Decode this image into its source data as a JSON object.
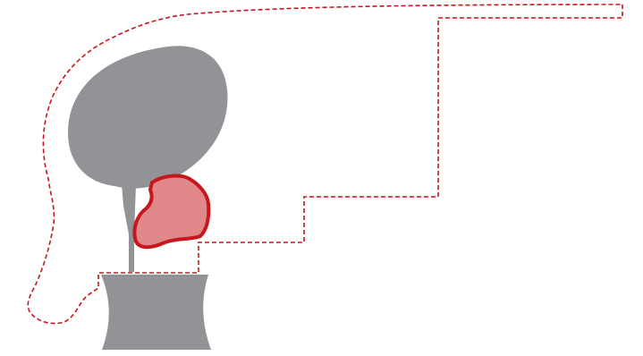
{
  "colors": {
    "background": "#ffffff",
    "gray": "#929396",
    "red": "#c8161d",
    "red_fill": "#e1888a"
  },
  "diagram": {
    "elements": [
      {
        "name": "leaf-shape",
        "kind": "solid-shape",
        "color_key": "gray"
      },
      {
        "name": "stem-shape",
        "kind": "solid-shape",
        "color_key": "gray"
      },
      {
        "name": "pot-shape",
        "kind": "solid-shape",
        "color_key": "gray"
      },
      {
        "name": "highlight-blob",
        "kind": "filled-outlined-shape",
        "color_key": "red"
      },
      {
        "name": "outline-boundary",
        "kind": "dashed-outline",
        "color_key": "red"
      }
    ]
  }
}
